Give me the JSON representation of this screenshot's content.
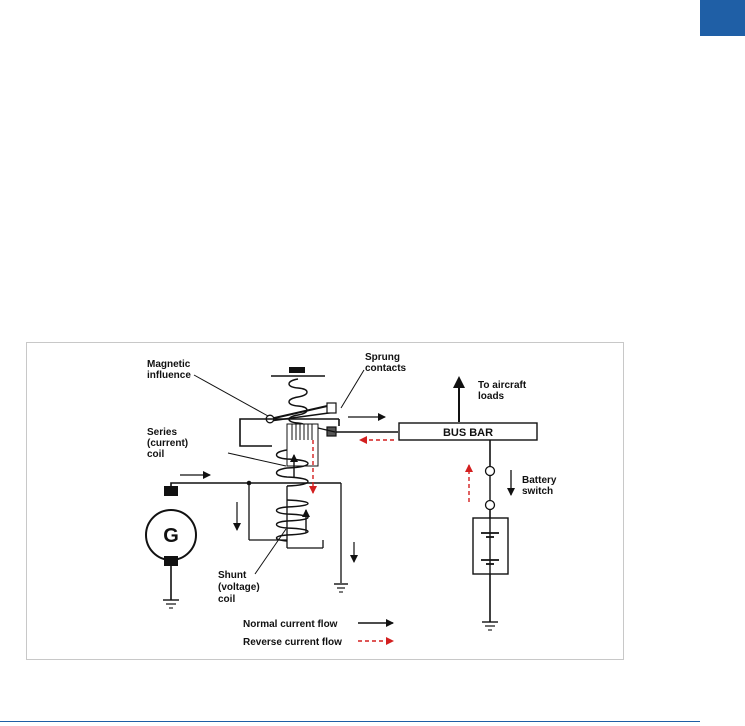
{
  "diagram": {
    "labels": {
      "magnetic_line1": "Magnetic",
      "magnetic_line2": "influence",
      "sprung_line1": "Sprung",
      "sprung_line2": "contacts",
      "aircraft_line1": "To aircraft",
      "aircraft_line2": "loads",
      "series_line1": "Series",
      "series_line2": "(current)",
      "series_line3": "coil",
      "bus_bar": "BUS BAR",
      "battery_line1": "Battery",
      "battery_line2": "switch",
      "generator": "G",
      "shunt_line1": "Shunt",
      "shunt_line2": "(voltage)",
      "shunt_line3": "coil"
    },
    "legend": {
      "normal": "Normal current flow",
      "reverse": "Reverse current flow"
    }
  },
  "colors": {
    "accent_blue": "#1f5fa6",
    "reverse_flow_red": "#d31f1f",
    "line_black": "#111111"
  }
}
